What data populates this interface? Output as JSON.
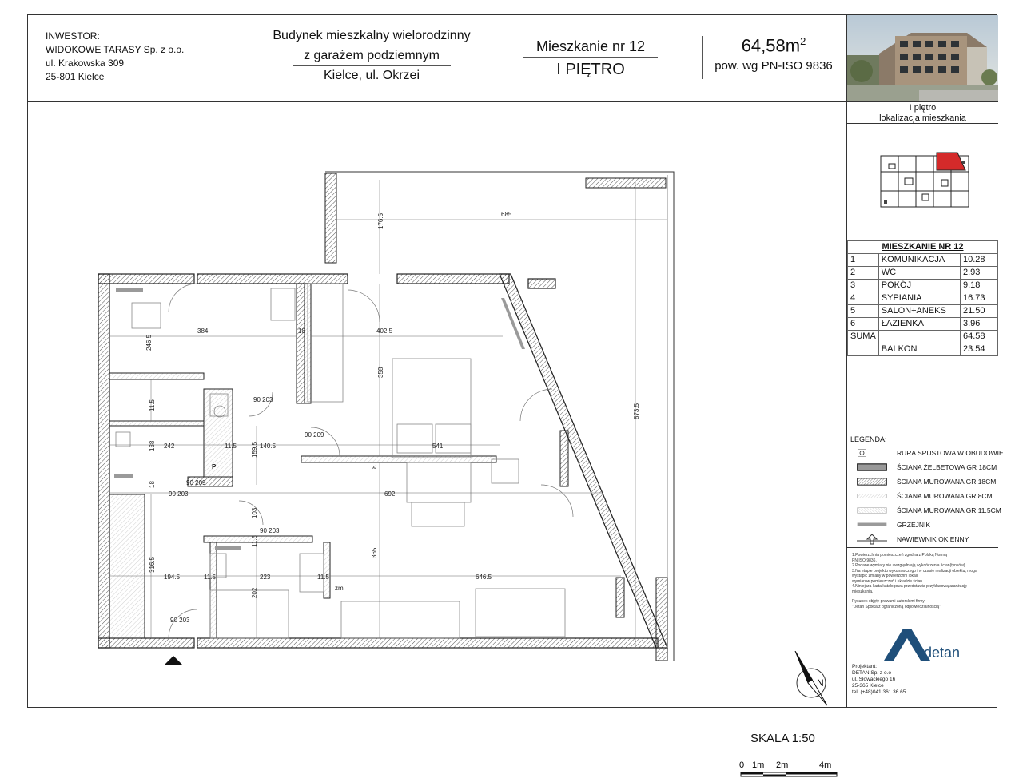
{
  "header": {
    "investor_lines": [
      "INWESTOR:",
      "WIDOKOWE TARASY Sp. z o.o.",
      "ul. Krakowska 309",
      "25-801  Kielce"
    ],
    "building_line1": "Budynek mieszkalny wielorodzinny",
    "building_line2": "z garażem podziemnym",
    "building_line3": "Kielce,  ul. Okrzei",
    "apartment_title": "Mieszkanie nr 12",
    "floor": "I PIĘTRO",
    "area_value": "64,58m",
    "area_sup": "2",
    "area_note": "pow. wg PN-ISO 9836"
  },
  "location": {
    "line1": "I piętro",
    "line2": "lokalizacja mieszkania"
  },
  "rooms_table": {
    "title": "MIESZKANIE NR 12",
    "rows": [
      {
        "no": "1",
        "name": "KOMUNIKACJA",
        "area": "10.28"
      },
      {
        "no": "2",
        "name": "WC",
        "area": "2.93"
      },
      {
        "no": "3",
        "name": "POKÓJ",
        "area": "9.18"
      },
      {
        "no": "4",
        "name": "SYPIANIA",
        "area": "16.73"
      },
      {
        "no": "5",
        "name": "SALON+ANEKS",
        "area": "21.50"
      },
      {
        "no": "6",
        "name": "ŁAZIENKA",
        "area": "3.96"
      }
    ],
    "sum_label": "SUMA",
    "sum_value": "64.58",
    "balcony_label": "BALKON",
    "balcony_value": "23.54"
  },
  "legend": {
    "title": "LEGENDA:",
    "items": [
      {
        "label": "RURA SPUSTOWA W OBUDOWIE",
        "icon": "downpipe-symbol"
      },
      {
        "label": "ŚCIANA ŻELBETOWA GR 18CM",
        "icon": "concrete-wall-symbol"
      },
      {
        "label": "ŚCIANA MUROWANA GR 18CM",
        "icon": "masonry-wall-18-symbol"
      },
      {
        "label": "ŚCIANA MUROWANA GR 8CM",
        "icon": "masonry-wall-8-symbol"
      },
      {
        "label": "ŚCIANA MUROWANA GR 11.5CM",
        "icon": "masonry-wall-115-symbol"
      },
      {
        "label": "GRZEJNIK",
        "icon": "radiator-symbol"
      },
      {
        "label": "NAWIEWNIK OKIENNY",
        "icon": "window-vent-symbol"
      }
    ]
  },
  "notes": [
    "1.Powierzchnia pomieszczeń zgodna z Polską Normą",
    "PN ISO 9836.",
    "2.Podane wymiary nie uwzględniają wykończenia ścian(tynków).",
    "3.Na etapie projektu wykonawczego i w czasie realizacji obiektu, mogą",
    "wystąpić zmiany w powierzchni lokali,",
    "wymiarów pomieszczeń i układzie ścian.",
    "4.Niniejsza karta katalogowa przedstawia przykładową aranżację",
    "mieszkania.",
    "",
    "Rysunek objęty prawami autorskimi firmy",
    "\"Detan Spółka z ograniczoną odpowiedzialnością\""
  ],
  "brand": {
    "logo_text": "detan",
    "logo_color": "#1f4f7a"
  },
  "designer": {
    "lines": [
      "Projektant:",
      "DETAN Sp. z o.o",
      "ul. Słowackiego 16",
      "25-365 Kielce",
      "tel. (+48)041 361 36 65"
    ]
  },
  "scale": {
    "label": "SKALA 1:50",
    "ticks": [
      "0",
      "1m",
      "2m",
      "4m"
    ]
  },
  "compass": {
    "label": "N"
  },
  "plan": {
    "dimensions": [
      "685",
      "176.5",
      "384",
      "18",
      "402.5",
      "246.5",
      "358",
      "873.5",
      "11.5",
      "242",
      "11.5",
      "140.5",
      "541",
      "138",
      "159.5",
      "8",
      "18",
      "692",
      "103",
      "11.5",
      "365",
      "194.5",
      "11.5",
      "223",
      "11.5",
      "646.5",
      "316.5",
      "202"
    ],
    "labels": {
      "zm": "zm",
      "p": "P"
    },
    "door_marks": [
      "90 203",
      "90 209",
      "90 203",
      "90 203",
      "90 203",
      "90 209"
    ]
  }
}
